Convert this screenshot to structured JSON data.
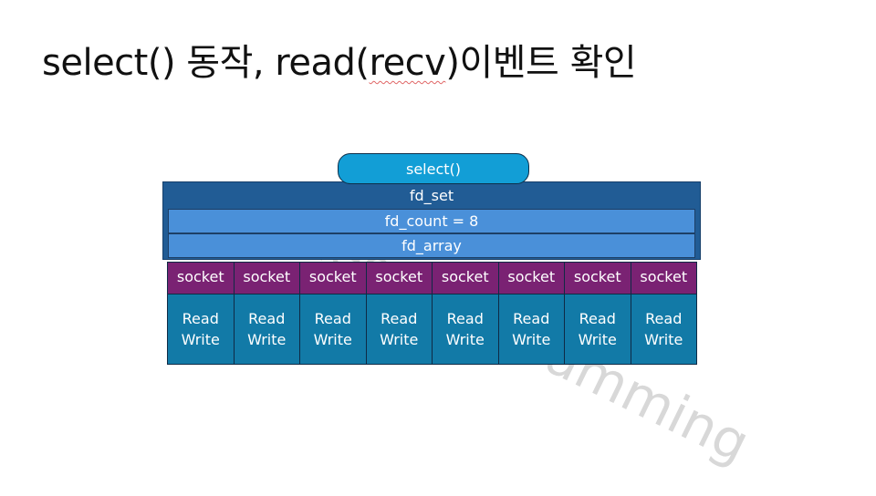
{
  "title": {
    "prefix": "select() 동작, read(",
    "spell": "recv",
    "suffix": ")이벤트 확인"
  },
  "watermark": "megaprogramming",
  "diagram": {
    "select_label": "select()",
    "fd_set_label": "fd_set",
    "fd_count_label": "fd_count = 8",
    "fd_array_label": "fd_array",
    "sockets": [
      {
        "label": "socket",
        "read": "Read",
        "write": "Write"
      },
      {
        "label": "socket",
        "read": "Read",
        "write": "Write"
      },
      {
        "label": "socket",
        "read": "Read",
        "write": "Write"
      },
      {
        "label": "socket",
        "read": "Read",
        "write": "Write"
      },
      {
        "label": "socket",
        "read": "Read",
        "write": "Write"
      },
      {
        "label": "socket",
        "read": "Read",
        "write": "Write"
      },
      {
        "label": "socket",
        "read": "Read",
        "write": "Write"
      },
      {
        "label": "socket",
        "read": "Read",
        "write": "Write"
      }
    ]
  },
  "colors": {
    "select_pill": "#129ed6",
    "fd_set": "#215c95",
    "fd_rows": "#4a90d9",
    "socket_header": "#7a2273",
    "socket_body": "#127aa7"
  }
}
